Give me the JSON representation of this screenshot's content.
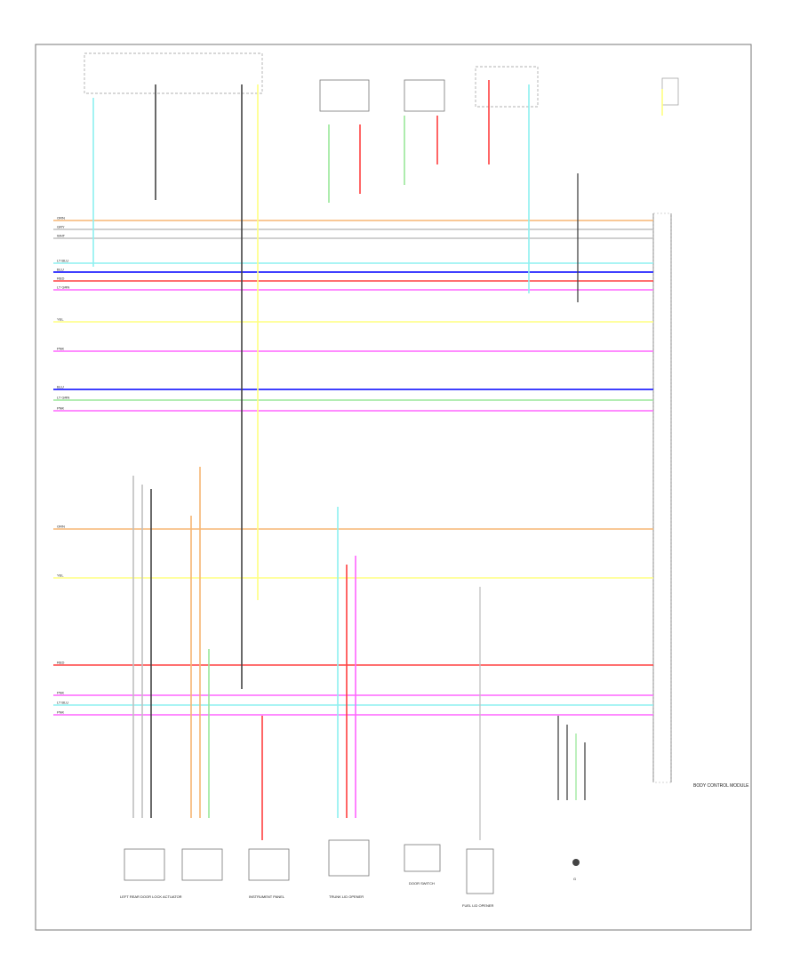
{
  "colors": {
    "ORN": "#f7b673",
    "GRY": "#c0c0c0",
    "BLK": "#444444",
    "LT_GRN": "#9ae79a",
    "LT_BLU": "#8ef0f0",
    "BLU": "#4040ff",
    "RED": "#ff4040",
    "PNK": "#ff66ff",
    "YEL": "#ffff80",
    "WHT": "#e0e0e0"
  },
  "wires": {
    "left_rows": [
      {
        "color": "ORN",
        "label": "ORN"
      },
      {
        "color": "GRY",
        "label": "GRY"
      },
      {
        "color": "GRY",
        "label": "WHT"
      },
      {
        "color": "LT_BLU",
        "label": "LT BLU"
      },
      {
        "color": "BLU",
        "label": "BLU"
      },
      {
        "color": "RED",
        "label": "RED"
      },
      {
        "color": "PNK",
        "label": "LT GRN"
      },
      {
        "color": "YEL",
        "label": "YEL"
      },
      {
        "color": "PNK",
        "label": "PNK"
      },
      {
        "color": "BLU",
        "label": "BLU"
      },
      {
        "color": "LT_GRN",
        "label": "LT GRN"
      },
      {
        "color": "PNK",
        "label": "PNK"
      },
      {
        "color": "ORN",
        "label": "ORN"
      },
      {
        "color": "YEL",
        "label": "YEL"
      },
      {
        "color": "RED",
        "label": "RED"
      },
      {
        "color": "PNK",
        "label": "PNK"
      },
      {
        "color": "LT_BLU",
        "label": "LT BLU"
      },
      {
        "color": "PNK",
        "label": "PNK"
      }
    ]
  },
  "components": {
    "main_module": "BODY CONTROL MODULE",
    "left_rear": "LEFT REAR DOOR LOCK ACTUATOR",
    "instrument_panel": "INSTRUMENT PANEL",
    "trunk": "TRUNK LID OPENER",
    "fuel": "FUEL LID OPENER",
    "door_switch": "DOOR SWITCH",
    "ground": "G"
  }
}
